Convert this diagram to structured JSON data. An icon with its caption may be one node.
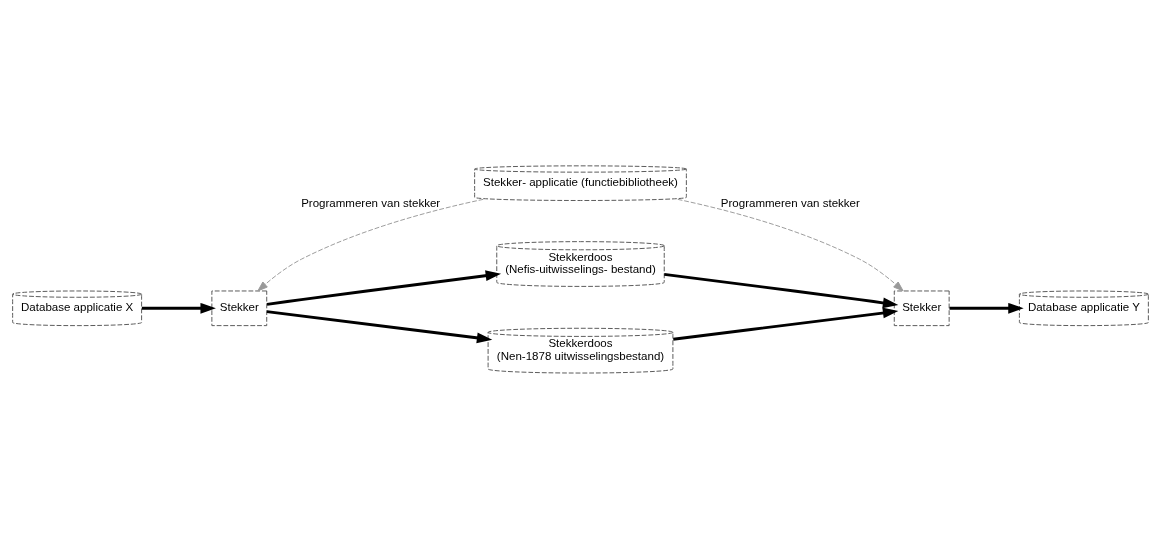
{
  "diagram": {
    "nodes": [
      {
        "text": [
          "Stekker- applicatie (functiebibliotheek)"
        ]
      },
      {
        "text": [
          "Database applicatie X"
        ]
      },
      {
        "text": [
          "Stekker"
        ]
      },
      {
        "text": [
          "Stekkerdoos",
          "(Nefis-uitwisselings- bestand)"
        ]
      },
      {
        "text": [
          "Stekkerdoos",
          "(Nen-1878 uitwisselingsbestand)"
        ]
      },
      {
        "text": [
          "Stekker"
        ]
      },
      {
        "text": [
          "Database applicatie Y"
        ]
      }
    ],
    "edges": [
      {
        "from": 0,
        "to": 2,
        "arrow": "to",
        "label": "Programmeren van stekker",
        "style": "dashed",
        "color": "#999999"
      },
      {
        "from": 0,
        "to": 5,
        "arrow": "to",
        "label": "Programmeren van stekker",
        "style": "dashed",
        "color": "#999999"
      },
      {
        "from": 1,
        "to": 2,
        "arrow": "to"
      },
      {
        "from": 2,
        "to": 3,
        "arrow": "to"
      },
      {
        "from": 2,
        "to": 4,
        "arrow": "to"
      },
      {
        "from": 3,
        "to": 5,
        "arrow": "to"
      },
      {
        "from": 4,
        "to": 5,
        "arrow": "to"
      },
      {
        "from": 5,
        "to": 6,
        "arrow": "to"
      }
    ]
  }
}
